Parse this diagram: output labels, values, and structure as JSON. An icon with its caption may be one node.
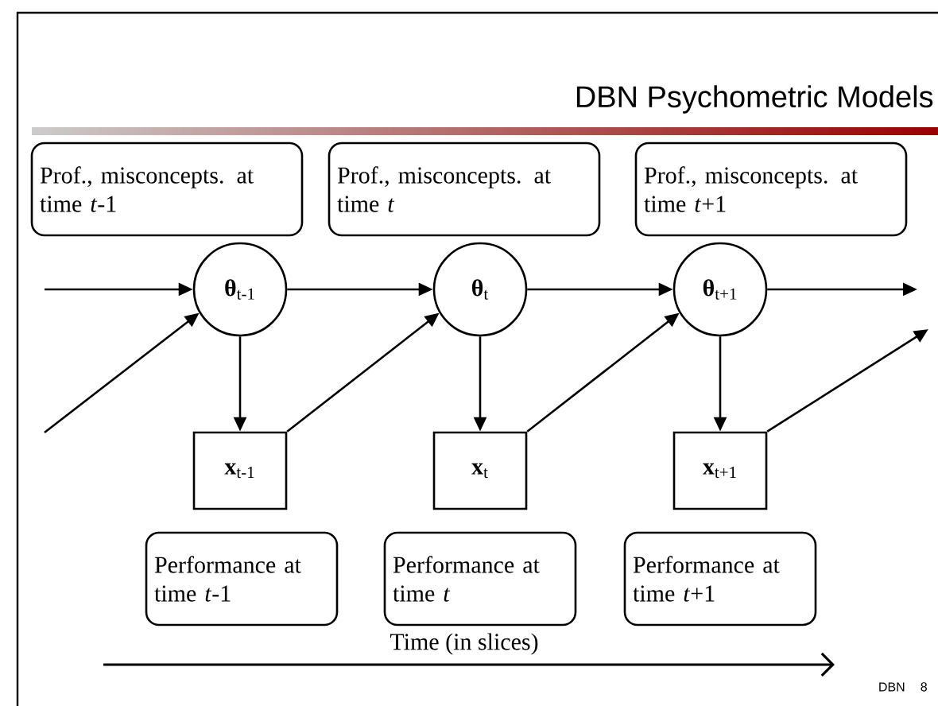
{
  "diagram": {
    "title": "DBN Psychometric Models",
    "nodes": [
      {
        "text": [
          "Prof., misconcepts. at time *t*-1"
        ]
      },
      {
        "text": [
          "Prof., misconcepts. at time *t*"
        ]
      },
      {
        "text": [
          "Prof., misconcepts. at time *t*+1"
        ]
      },
      {
        "text": [
          "**θ**$_{t-1}$"
        ]
      },
      {
        "text": [
          "**θ**$_{t}$"
        ]
      },
      {
        "text": [
          "**θ**$_{t+1}$"
        ]
      },
      {
        "text": [
          "**x**$_{t-1}$"
        ]
      },
      {
        "text": [
          "**x**$_{t}$"
        ]
      },
      {
        "text": [
          "**x**$_{t+1}$"
        ]
      },
      {
        "text": [
          "Performance at time *t*-1"
        ]
      },
      {
        "text": [
          "Performance at time *t*"
        ]
      },
      {
        "text": [
          "Performance at time *t*+1"
        ]
      }
    ],
    "edges": [
      {
        "from": null,
        "to": 3,
        "arrow": "to"
      },
      {
        "from": 3,
        "to": 4,
        "arrow": "to"
      },
      {
        "from": 4,
        "to": 5,
        "arrow": "to"
      },
      {
        "from": 5,
        "to": null,
        "arrow": "to"
      },
      {
        "from": null,
        "to": 3,
        "arrow": "to"
      },
      {
        "from": 6,
        "to": 4,
        "arrow": "to"
      },
      {
        "from": 7,
        "to": 5,
        "arrow": "to"
      },
      {
        "from": 8,
        "to": null,
        "arrow": "to"
      },
      {
        "from": 3,
        "to": 6,
        "arrow": "to"
      },
      {
        "from": 4,
        "to": 7,
        "arrow": "to"
      },
      {
        "from": 5,
        "to": 8,
        "arrow": "to"
      }
    ],
    "labels": [
      "Time (in slices)",
      "DBN",
      "8"
    ]
  }
}
